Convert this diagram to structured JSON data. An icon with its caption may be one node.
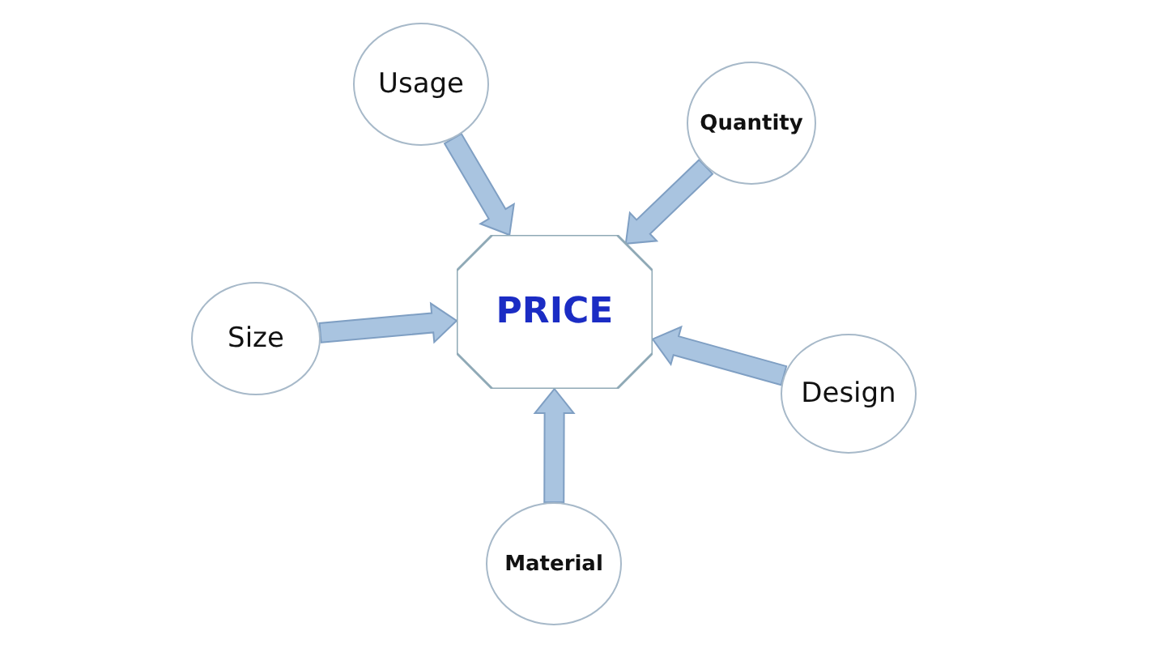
{
  "diagram": {
    "nodes": [
      {
        "text": [
          "Usage"
        ]
      },
      {
        "text": [
          "Quantity"
        ]
      },
      {
        "text": [
          "PRICE"
        ]
      },
      {
        "text": [
          "Size"
        ]
      },
      {
        "text": [
          "Design"
        ]
      },
      {
        "text": [
          "Material"
        ]
      }
    ],
    "edges": [
      {
        "from": 0,
        "to": 2,
        "arrow": "to"
      },
      {
        "from": 1,
        "to": 2,
        "arrow": "to"
      },
      {
        "from": 3,
        "to": 2,
        "arrow": "to"
      },
      {
        "from": 4,
        "to": 2,
        "arrow": "to"
      },
      {
        "from": 5,
        "to": 2,
        "arrow": "to"
      }
    ]
  }
}
